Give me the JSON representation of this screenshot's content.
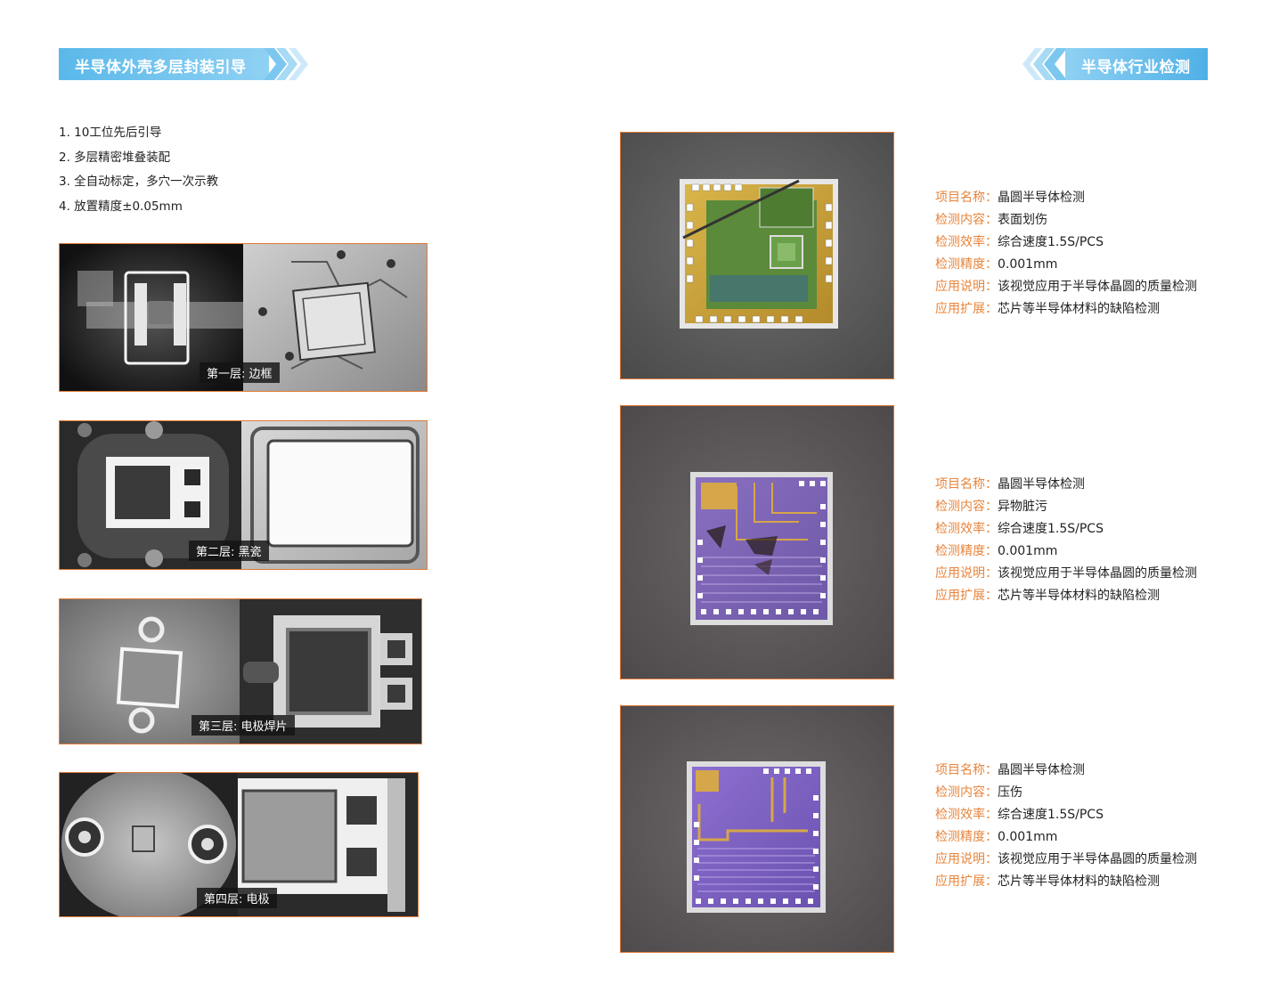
{
  "banners": {
    "left_title": "半导体外壳多层封装引导",
    "right_title": "半导体行业检测"
  },
  "features": [
    "1. 10工位先后引导",
    "2. 多层精密堆叠装配",
    "3. 全自动标定，多穴一次示教",
    "4. 放置精度±0.05mm"
  ],
  "layers": [
    {
      "caption": "第一层: 边框"
    },
    {
      "caption": "第二层: 黑瓷"
    },
    {
      "caption": "第三层: 电极焊片"
    },
    {
      "caption": "第四层: 电极"
    }
  ],
  "inspections": [
    {
      "rows": [
        {
          "label": "项目名称：",
          "value": "晶圆半导体检测"
        },
        {
          "label": "检测内容：",
          "value": "表面划伤"
        },
        {
          "label": "检测效率：",
          "value": "综合速度1.5S/PCS"
        },
        {
          "label": "检测精度：",
          "value": "0.001mm"
        },
        {
          "label": "应用说明：",
          "value": "该视觉应用于半导体晶圆的质量检测"
        },
        {
          "label": "应用扩展：",
          "value": "芯片等半导体材料的缺陷检测"
        }
      ]
    },
    {
      "rows": [
        {
          "label": "项目名称：",
          "value": "晶圆半导体检测"
        },
        {
          "label": "检测内容：",
          "value": "异物脏污"
        },
        {
          "label": "检测效率：",
          "value": "综合速度1.5S/PCS"
        },
        {
          "label": "检测精度：",
          "value": "0.001mm"
        },
        {
          "label": "应用说明：",
          "value": "该视觉应用于半导体晶圆的质量检测"
        },
        {
          "label": "应用扩展：",
          "value": "芯片等半导体材料的缺陷检测"
        }
      ]
    },
    {
      "rows": [
        {
          "label": "项目名称：",
          "value": "晶圆半导体检测"
        },
        {
          "label": "检测内容：",
          "value": "压伤"
        },
        {
          "label": "检测效率：",
          "value": "综合速度1.5S/PCS"
        },
        {
          "label": "检测精度：",
          "value": "0.001mm"
        },
        {
          "label": "应用说明：",
          "value": "该视觉应用于半导体晶圆的质量检测"
        },
        {
          "label": "应用扩展：",
          "value": "芯片等半导体材料的缺陷检测"
        }
      ]
    }
  ],
  "colors": {
    "accent_orange": "#e8843b",
    "banner_blue": "#5ab8ea"
  }
}
